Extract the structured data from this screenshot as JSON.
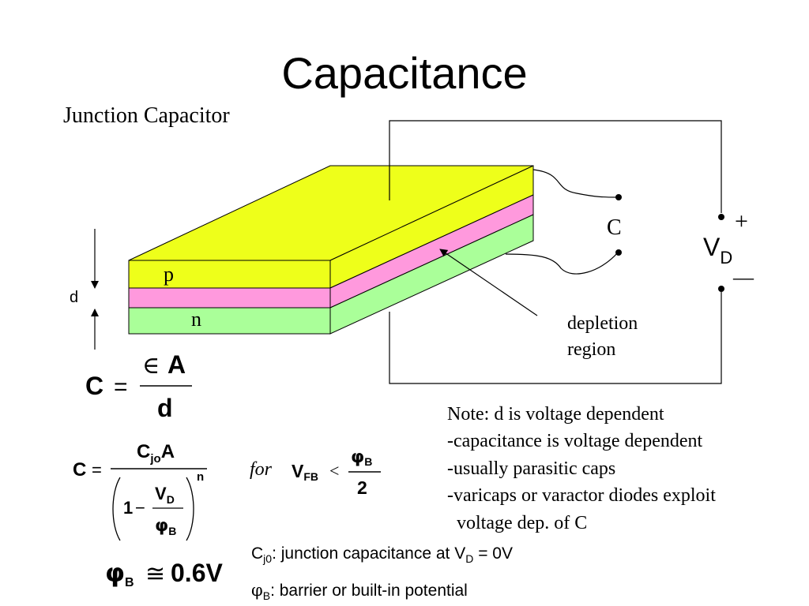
{
  "slide": {
    "title": "Capacitance",
    "subtitle": "Junction Capacitor"
  },
  "diagram": {
    "layer_p_label": "p",
    "layer_n_label": "n",
    "thickness_label": "d",
    "cap_label": "C",
    "vd_main": "V",
    "vd_sub": "D",
    "plus_sign": "+",
    "minus_sign": "—",
    "depletion_line1": "depletion",
    "depletion_line2": "region",
    "colors": {
      "p_layer": "#eeff1a",
      "depletion_layer": "#ff99dd",
      "n_layer": "#aaff99"
    }
  },
  "formulas": {
    "f1_lhs": "C",
    "f1_eq": "=",
    "f1_num_eps": "∈",
    "f1_num_a": "A",
    "f1_den": "d",
    "f2_lhs": "C",
    "f2_eq": "=",
    "f2_num_c": "C",
    "f2_num_sub": "jo",
    "f2_num_a": "A",
    "f2_one": "1",
    "f2_minus": "−",
    "f2_vd": "V",
    "f2_vd_sub": "D",
    "f2_phi": "φ",
    "f2_phi_sub": "B",
    "f2_exp": "n",
    "f3_for": "for",
    "f3_v": "V",
    "f3_v_sub": "FB",
    "f3_lt": "<",
    "f3_phi": "φ",
    "f3_phi_sub": "B",
    "f3_den": "2",
    "f4_phi": "φ",
    "f4_sub": "B",
    "f4_approx": "≅",
    "f4_value": "0.6V"
  },
  "notes": [
    "Note: d is voltage dependent",
    "-capacitance is voltage dependent",
    "-usually parasitic caps",
    "-varicaps or varactor diodes exploit",
    "  voltage dep. of C"
  ],
  "definitions": {
    "cj0_main": "C",
    "cj0_sub": "j0",
    "cj0_text_1": ": junction capacitance at V",
    "cj0_text_sub": "D",
    "cj0_text_2": " = 0V",
    "phib_main": "φ",
    "phib_sub": "B",
    "phib_text": ": barrier or built-in potential"
  }
}
